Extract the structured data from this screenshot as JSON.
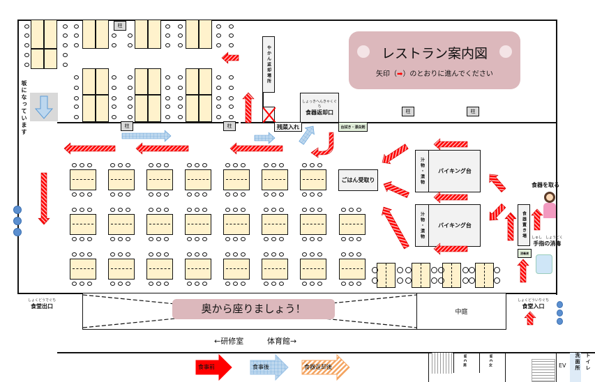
{
  "title": {
    "main": "レストラン案内図",
    "sub_prefix": "矢印（",
    "sub_suffix": "）のとおりに進んでください"
  },
  "notice": "奥から座りましょう！",
  "labels": {
    "slope": "坂になっています",
    "pillar": "柱",
    "kettle_return": "やかん返却場所",
    "dish_return": "食器返却口",
    "dish_return_ruby": "しょっきへんきゃくぐち",
    "leftovers": "残菜入れ",
    "wipes": "台拭き・漂白剤",
    "rice": "ごはん受取り",
    "buffet": "バイキング台",
    "soup": "汁物・漬物",
    "dish_place": "食器置き場",
    "take_dish": "食器を取る",
    "sanitize": "手指の消毒",
    "sanitize_ruby": "しゅし　しょうどく",
    "disinfectant": "消毒液",
    "exit": "食堂出口",
    "exit_ruby": "しょくどうでぐち",
    "entrance": "食堂入口",
    "entrance_ruby": "しょくどういりぐち",
    "courtyard": "中庭",
    "training": "←研修室",
    "gym": "体育館→",
    "wc_m": "WC男",
    "wc_f": "WC女",
    "ev": "EV",
    "washroom": "洗面所",
    "toilet": "トイレ"
  },
  "legend": [
    {
      "label": "食事前",
      "color": "#ff0000"
    },
    {
      "label": "食事後",
      "color": "#9dc3e6"
    },
    {
      "label": "食器返却後",
      "color": "#f4a460"
    }
  ],
  "colors": {
    "banner": "#dcb8bc",
    "table": "#fff2cc",
    "arrow_red": "#ff0000",
    "arrow_blue": "#9dc3e6"
  }
}
